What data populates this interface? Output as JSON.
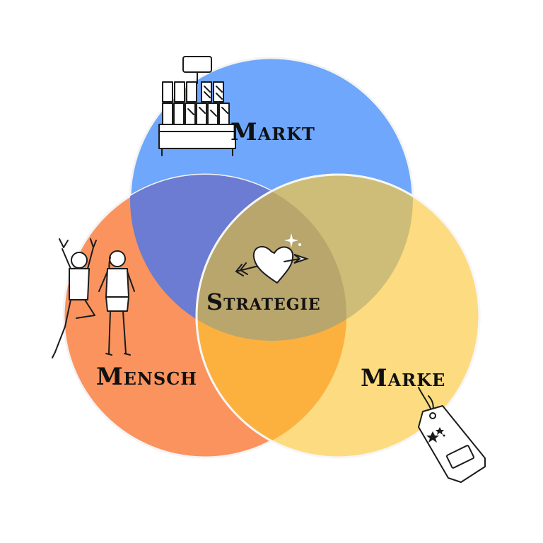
{
  "diagram": {
    "labels": {
      "top": "Markt",
      "left": "Mensch",
      "right": "Marke",
      "center": "Strategie"
    },
    "colors": {
      "markt": "#6ea7fb",
      "mensch": "#fa8f59",
      "marke": "#fdd873",
      "outline": "#f3f3f3",
      "text": "#111111"
    },
    "icons": {
      "markt": "market-shelf-icon",
      "mensch": "people-jumping-icon",
      "marke": "price-tag-icon",
      "strategie": "heart-arrow-icon"
    }
  }
}
